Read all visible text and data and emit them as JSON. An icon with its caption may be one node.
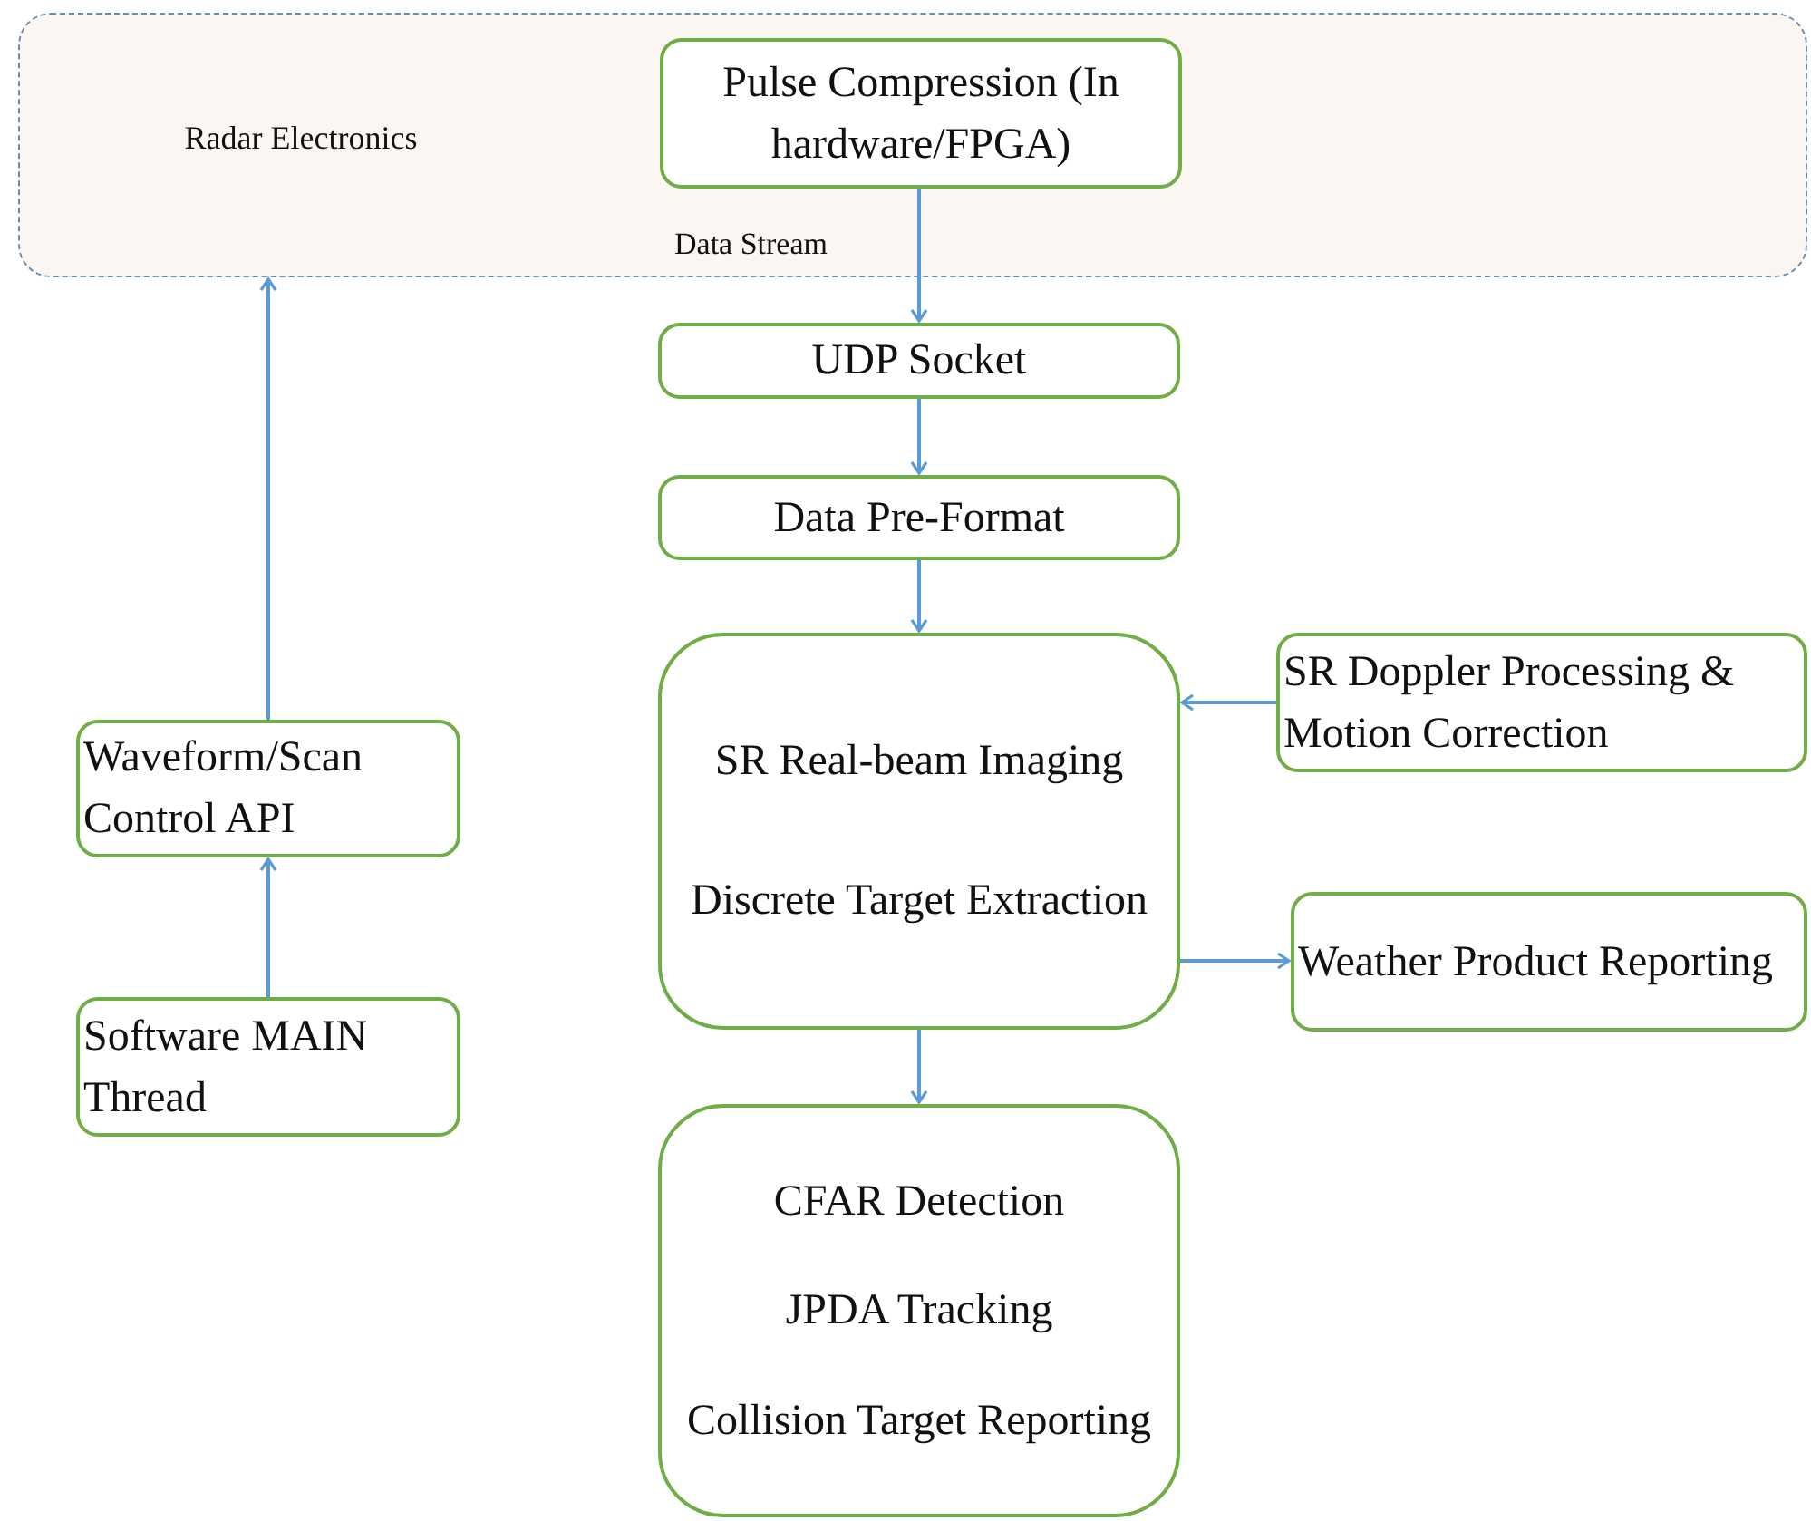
{
  "diagram": {
    "nodes": [
      {
        "text": [
          "Radar Electronics"
        ]
      },
      {
        "text": [
          "Pulse Compression (In hardware/FPGA)"
        ],
        "in": 0
      },
      {
        "text": [
          "UDP Socket"
        ]
      },
      {
        "text": [
          "Data Pre-Format"
        ]
      },
      {
        "text": [
          "SR Real-beam Imaging",
          "Discrete Target Extraction"
        ]
      },
      {
        "text": [
          "SR Doppler Processing & Motion Correction"
        ]
      },
      {
        "text": [
          "Weather Product Reporting"
        ]
      },
      {
        "text": [
          "CFAR Detection",
          "JPDA Tracking",
          "Collision Target Reporting"
        ]
      },
      {
        "text": [
          "Waveform/Scan Control API"
        ]
      },
      {
        "text": [
          "Software MAIN Thread"
        ]
      }
    ],
    "edges": [
      {
        "from": 1,
        "to": 2,
        "arrow": "to",
        "label": "Data Stream"
      },
      {
        "from": 2,
        "to": 3,
        "arrow": "to"
      },
      {
        "from": 3,
        "to": 4,
        "arrow": "to"
      },
      {
        "from": 5,
        "to": 4,
        "arrow": "to"
      },
      {
        "from": 4,
        "to": 6,
        "arrow": "to"
      },
      {
        "from": 4,
        "to": 7,
        "arrow": "to"
      },
      {
        "from": 9,
        "to": 8,
        "arrow": "to"
      },
      {
        "from": 8,
        "to": 0,
        "arrow": "to"
      }
    ]
  }
}
